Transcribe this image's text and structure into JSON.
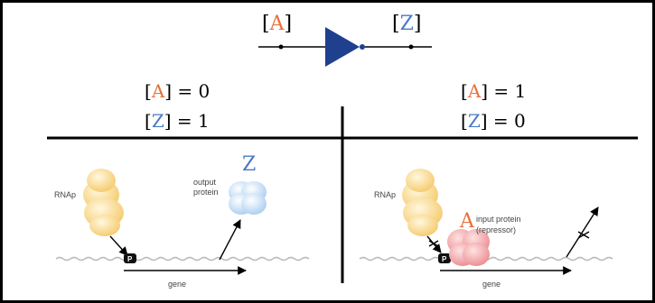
{
  "colors": {
    "a_color": "#e8703a",
    "z_color": "#4a79c8",
    "inverter_fill": "#1f3f8f",
    "rnap_color": "#f5c96a",
    "output_protein_color": "#a8cdf0",
    "repressor_color": "#ec8a8e",
    "ink": "#000000"
  },
  "symbol": {
    "input_label": "A",
    "output_label": "Z",
    "input_bracket_open": "[",
    "input_bracket_close": "]",
    "output_bracket_open": "[",
    "output_bracket_close": "]"
  },
  "left_panel": {
    "a_state": {
      "open": "[",
      "var": "A",
      "close": "]",
      "rest": " = 0"
    },
    "z_state": {
      "open": "[",
      "var": "Z",
      "close": "]",
      "rest": " = 1"
    },
    "rnap_label": "RNAp",
    "output_label_line1": "output",
    "output_label_line2": "protein",
    "z_letter": "Z",
    "promoter_letter": "P",
    "gene_label": "gene"
  },
  "right_panel": {
    "a_state": {
      "open": "[",
      "var": "A",
      "close": "]",
      "rest": " = 1"
    },
    "z_state": {
      "open": "[",
      "var": "Z",
      "close": "]",
      "rest": " = 0"
    },
    "rnap_label": "RNAp",
    "a_letter": "A",
    "input_label_line1": "input protein",
    "input_label_line2": "(repressor)",
    "promoter_letter": "P",
    "gene_label": "gene"
  }
}
